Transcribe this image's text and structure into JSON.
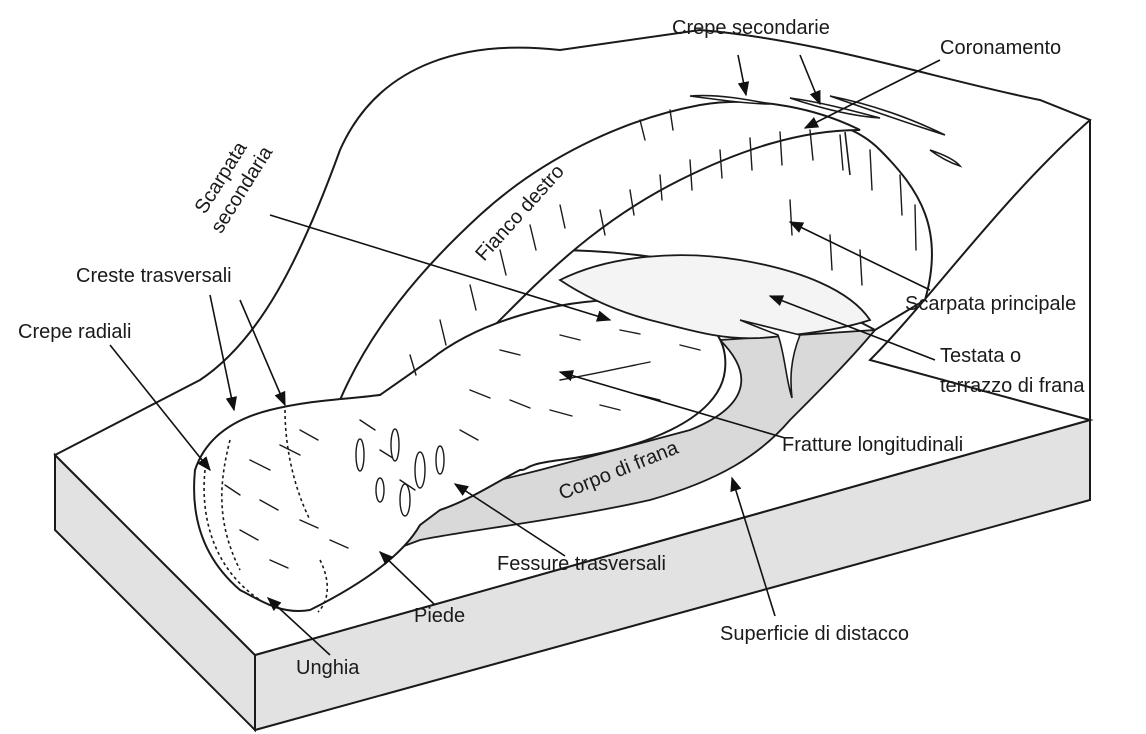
{
  "diagram": {
    "colors": {
      "shading": "#d9d9d9",
      "fill_light": "#efefef",
      "line": "#1a1a1a",
      "background": "#ffffff"
    },
    "labels": {
      "crepe_secondarie": "Crepe secondarie",
      "coronamento": "Coronamento",
      "scarpata_secondaria_1": "Scarpata",
      "scarpata_secondaria_2": "secondaria",
      "fianco_destro": "Fianco destro",
      "creste_trasversali": "Creste trasversali",
      "crepe_radiali": "Crepe radiali",
      "scarpata_principale": "Scarpata principale",
      "testata_1": "Testata o",
      "testata_2": "terrazzo di frana",
      "fratture_longitudinali": "Fratture longitudinali",
      "corpo_di_frana": "Corpo di frana",
      "fessure_trasversali": "Fessure trasversali",
      "piede": "Piede",
      "superficie_di_distacco": "Superficie di distacco",
      "unghia": "Unghia"
    }
  }
}
